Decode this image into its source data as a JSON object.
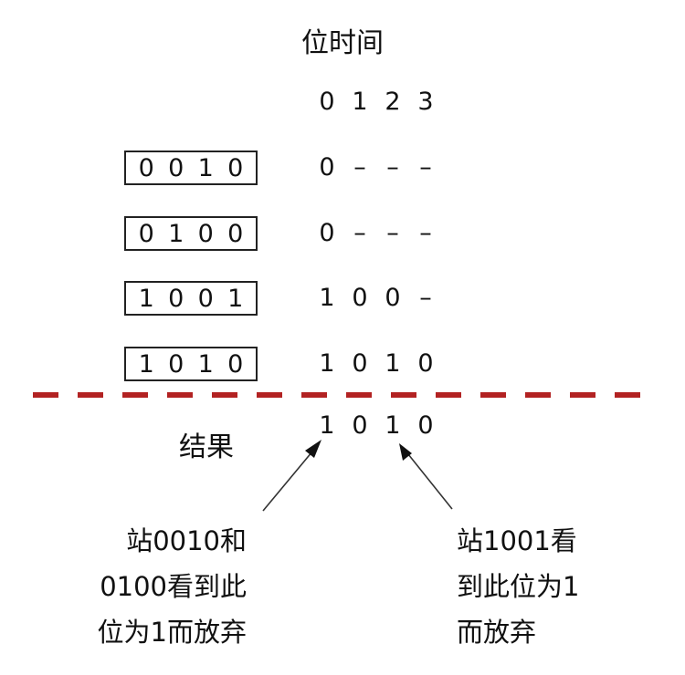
{
  "title": "位时间",
  "bit_index_labels": [
    "0",
    "1",
    "2",
    "3"
  ],
  "stations": [
    {
      "address": [
        "0",
        "0",
        "1",
        "0"
      ],
      "bits_seen": [
        "0",
        "–",
        "–",
        "–"
      ]
    },
    {
      "address": [
        "0",
        "1",
        "0",
        "0"
      ],
      "bits_seen": [
        "0",
        "–",
        "–",
        "–"
      ]
    },
    {
      "address": [
        "1",
        "0",
        "0",
        "1"
      ],
      "bits_seen": [
        "1",
        "0",
        "0",
        "–"
      ]
    },
    {
      "address": [
        "1",
        "0",
        "1",
        "0"
      ],
      "bits_seen": [
        "1",
        "0",
        "1",
        "0"
      ]
    }
  ],
  "result": {
    "label": "结果",
    "bits": [
      "1",
      "0",
      "1",
      "0"
    ]
  },
  "notes": {
    "left": [
      "站0010和",
      "0100看到此",
      "位为1而放弃"
    ],
    "right": [
      "站1001看",
      "到此位为1",
      "而放弃"
    ]
  },
  "colors": {
    "divider": "#b22222",
    "ink": "#111111"
  }
}
